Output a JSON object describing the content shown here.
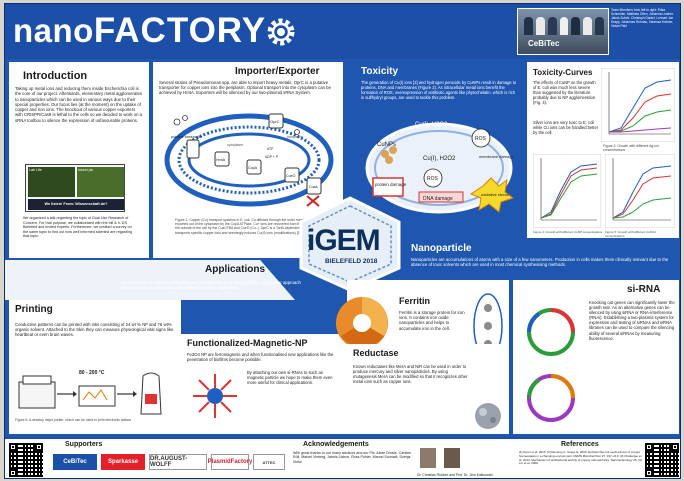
{
  "header": {
    "title_prefix": "nano",
    "title_main": "FACTORY",
    "team_caption": "CeBiTec",
    "team_names": "Team Members from left to right: Erika Schneider, Matthias Olfen, Johanna Lindner, Jakob Zubek, Christoph Daniel, Lennart Joe Krapp, Johannes Ruhnau, Vanessa Krämer, Vivian Pahl"
  },
  "introduction": {
    "title": "Introduction",
    "text": "Taking up metal ions and reducing them inside Escherichia coli is the core of our project. Afterwards, elementary metal agglomerates to nanoparticles which can be used in various ways due to their special properties. Our focus lies (at the moment) on the uptake of copper and iron ions. The knockout of various copper exporters with CRISPR/Cas9 is lethal to the cells so we decided to work on a sRNA toolbox to silence the expression of unfavourable proteins.",
    "image_caption_top": "Lab Life",
    "image_caption_right": "Insect pic",
    "image_label": "We listen! From: Wissenschaft.de?",
    "text2": "We organized a talk regarding the topic of Dual Use Research of Concern. For that purpose, we collaborated with the bill & h. DS Bielefeld and invited experts. Furthermore, we created a survey on the same topic to find out how well informed scientist are regarding that topic."
  },
  "importer": {
    "title": "Importer/Exporter",
    "text": "Several strains of Pseudomonas spp. are able to import heavy metals. OprC is a putative transporter for copper ions into the periplasm. Optional transport into the cytoplasm can be achieved by HmtA. Exporters will be silenced by our two-plasmid sRNA System.",
    "labels": {
      "oprc": "OprC",
      "putative": "putative transporter",
      "hmta": "HmtA",
      "copa": "CopA",
      "cusa": "CusA",
      "cueo": "CueO",
      "adp": "ADP + P",
      "atp": "ATP",
      "cytoplasm": "cytoplasm",
      "periplasm": "periplasm"
    },
    "caption": "Figure 1: Copper (Cu) transport systems in E. coli. Cu diffuses through the outer membrane and are exported out of the cytoplasm by the CopA ATPase. Cu+ ions are recovered from the periplasmic side to the outside of the cell by the CusCFBA and CueO (Cu..). OprC is a TonB-dependent receptor that transports specific copper ions and seemingly induces Cu(II) ions (modifications) [2]"
  },
  "toxicity": {
    "title": "Toxicity",
    "text": "The generation of Cu(I) ions [3] and hydrogen peroxide by CuNPs result in damage to proteins, DNA and membranes (Figure 2). As intracellular metal ions benefit the formation of ROS, overexpression of antibiotic agents like phytochelatin, which is rich in sulfhydryl groups, are used to tackle this problem.",
    "labels": {
      "cunps": "CuNPs",
      "formula": "Cu(I), H2O2",
      "formula2": "Cu(I), H2O2",
      "ros": "ROS",
      "ros2": "ROS",
      "membrane": "membrane damage",
      "protein": "protein damage",
      "dna": "DNA damage",
      "oxidative": "oxidative stress"
    }
  },
  "toxicity_curves": {
    "title": "Toxicity-Curves",
    "text": "The effects of CuNP on the growth of E. coli was much less severe than suggested by the literature probably due to NP agglomeration (Fig. 4).",
    "text2": "Silver ions are very toxic to E. coli while Cu ions can be handled better by the cell.",
    "caption1": "Figure 3: Growth with different Ag-ion concentrations",
    "caption2": "Figure 4: Growth with different CuNP concentrations",
    "caption3": "Figure 5: Growth with different CuSO4 concentrations"
  },
  "igem": {
    "logo": "iGEM",
    "sub": "BIELEFELD 2018"
  },
  "applications": {
    "title": "Applications",
    "text": "As a proof of concept, we print electronic circuits based on nanoparticles. As another approach nanoparticles can be loaded with siRNA for further application."
  },
  "nanoparticle": {
    "title": "Nanoparticle",
    "text": "Nanoparticles are accumulations of atoms with a size of a few nanometers. Production in cells makes them clinically relevant due to the absence of toxic solvents which are used in most chemical synthesising methods."
  },
  "printing": {
    "title": "Printing",
    "text": "Conductive patterns can be printed with inks consisting of 24 wt % NP and 76 wt% organic solvent. Attached to the Skin they can measure physiological vital signs like heartbeat or even brain waves.",
    "temp": "80 - 200 °C",
    "caption": "Figure 6: A desktop inkjet printer, which can be used to print electronic tattoos"
  },
  "magnetic": {
    "title": "Functionalized-Magnetic-NP",
    "text": "Fe3O4 NP are ferromagnetic and when functionalised new applications like the penetration of biofilms become possible.",
    "text2": "By attaching our own si-RNAs to such an magnetic particle we hope to make them even more useful for clinical applications."
  },
  "ferritin": {
    "title": "Ferritin",
    "text": "Ferritin is a storage protein for iron ions. It contains iron oxide nanoparticles and helps to accumulate iron in the cell."
  },
  "reductase": {
    "title": "Reductase",
    "text": "Known reductases like MerA and NiR can be used in order to produce mercury and silver nanoparticles. By using mutagenesis MerA can be modified so that it recognizes other metal ions such as copper ions."
  },
  "sirna": {
    "title": "si-RNA",
    "text": "Knocking out genes can significantly lower the growth rate. As an alternative genes can be silenced by using siRNA or RNA-interference (RNAi). Establishing a two-plasmid system for expression and testing of siRNAs and siRNA libraries can be used to compare the silencing ability of several siRNAs by measuring fluorescence."
  },
  "footer": {
    "supporters_title": "Supporters",
    "sponsors": [
      "CeBiTec",
      "Sparkasse",
      "DR.AUGUST-WOLFF",
      "PlasmidFactory",
      "ATTEC"
    ],
    "ack_title": "Acknowledgements",
    "ack_text": "With great thanks to our many advisors and our PIs Julian Droste, Carsten Rüll, Marcel Vinberg, Jannis Lisbon, Ross Puhler, Marcel Schmidt, Svenja Vinke",
    "pi_names": "Dr. Christian Rückert and Prof. Dr. Jörn Kalinowski",
    "ref_title": "References",
    "refs": "[1] Kwon et al. 2015. [2] Rensing C, Grass G. 2003. Escherichia coli mechanisms of copper homeostasis in a changing environment. FEMS Microbiol Rev 27: 197–213. [3] Chatterjee et al. 2014. Mechanism of antibacterial activity of copper nanoparticles. Nanotechnology 25. [4] Lin et al. 2009."
  }
}
